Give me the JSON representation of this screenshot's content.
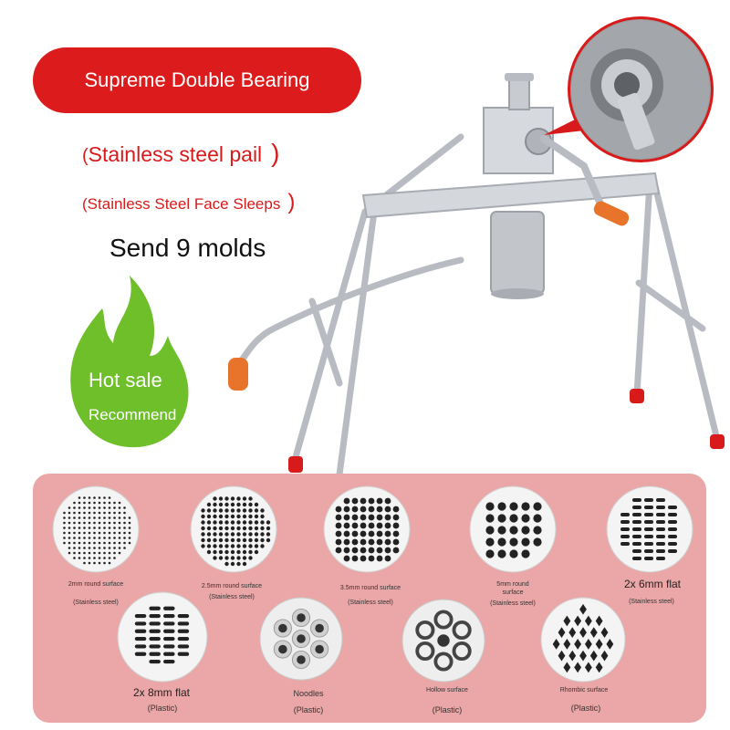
{
  "banner": {
    "headline": "Supreme Double Bearing",
    "feature_1": "Stainless steel pail",
    "feature_2": "Stainless Steel Face Sleeps",
    "molds_note": "Send 9 molds"
  },
  "badge": {
    "line_1": "Hot sale",
    "line_2": "Recommend"
  },
  "molds": [
    {
      "label": "2mm round surface",
      "material": "(Stainless steel)"
    },
    {
      "label": "2.5mm round surface",
      "material": "(Stainless steel)"
    },
    {
      "label": "3.5mm round surface",
      "material": "(Stainless steel)"
    },
    {
      "label": "5mm round surface",
      "material": "(Stainless steel)"
    },
    {
      "label": "2x 6mm flat",
      "material": "(Stainless steel)"
    },
    {
      "label": "2x 8mm flat",
      "material": "(Plastic)"
    },
    {
      "label": "Noodles",
      "material": "(Plastic)"
    },
    {
      "label": "Hollow surface",
      "material": "(Plastic)"
    },
    {
      "label": "Rhombic surface",
      "material": "(Plastic)"
    }
  ],
  "colors": {
    "accent": "#dc1c1c",
    "panel": "#eba7a7",
    "flame": "#6fbf2a",
    "steel": "#c9ccd0",
    "handle": "#e8732a"
  }
}
